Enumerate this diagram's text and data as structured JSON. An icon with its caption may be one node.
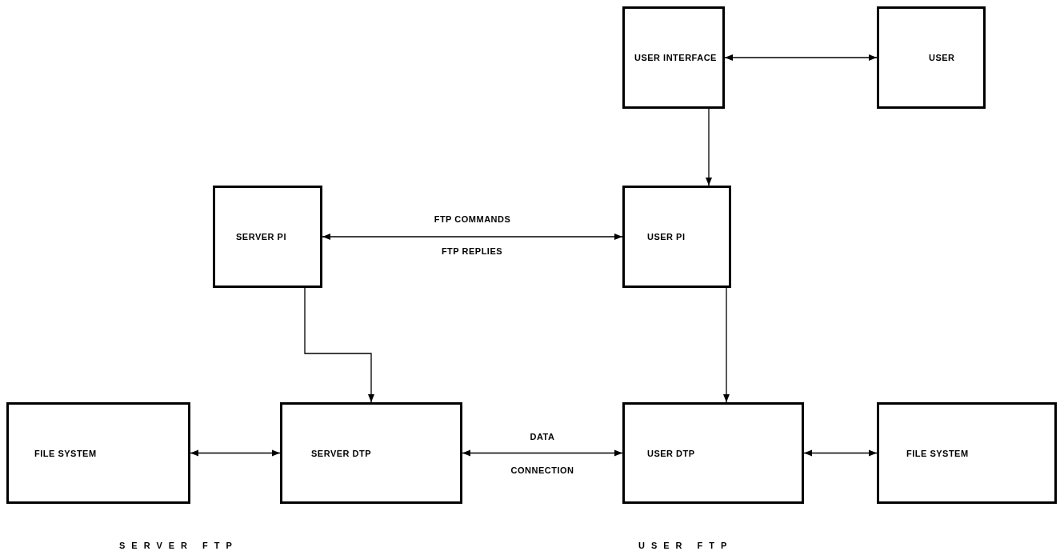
{
  "diagram": {
    "nodes": [
      {
        "text": [
          "USER INTERFACE"
        ]
      },
      {
        "text": [
          "USER"
        ]
      },
      {
        "text": [
          "SERVER PI"
        ]
      },
      {
        "text": [
          "USER PI"
        ]
      },
      {
        "text": [
          "FILE SYSTEM"
        ]
      },
      {
        "text": [
          "SERVER DTP"
        ]
      },
      {
        "text": [
          "USER DTP"
        ]
      },
      {
        "text": [
          "FILE SYSTEM"
        ]
      }
    ],
    "edges": [
      {
        "from": 0,
        "to": 1,
        "arrow": "both"
      },
      {
        "from": 0,
        "to": 3,
        "arrow": "to"
      },
      {
        "from": 2,
        "to": 3,
        "arrow": "both",
        "label": "FTP COMMANDS"
      },
      {
        "from": 2,
        "to": 5,
        "arrow": "to"
      },
      {
        "from": 3,
        "to": 6,
        "arrow": "to"
      },
      {
        "from": 4,
        "to": 5,
        "arrow": "both"
      },
      {
        "from": 5,
        "to": 6,
        "arrow": "both",
        "label": "DATA CONNECTION"
      },
      {
        "from": 6,
        "to": 7,
        "arrow": "both"
      }
    ],
    "labels": [
      "FTP REPLIES",
      "SERVER FTP",
      "USER FTP"
    ]
  }
}
